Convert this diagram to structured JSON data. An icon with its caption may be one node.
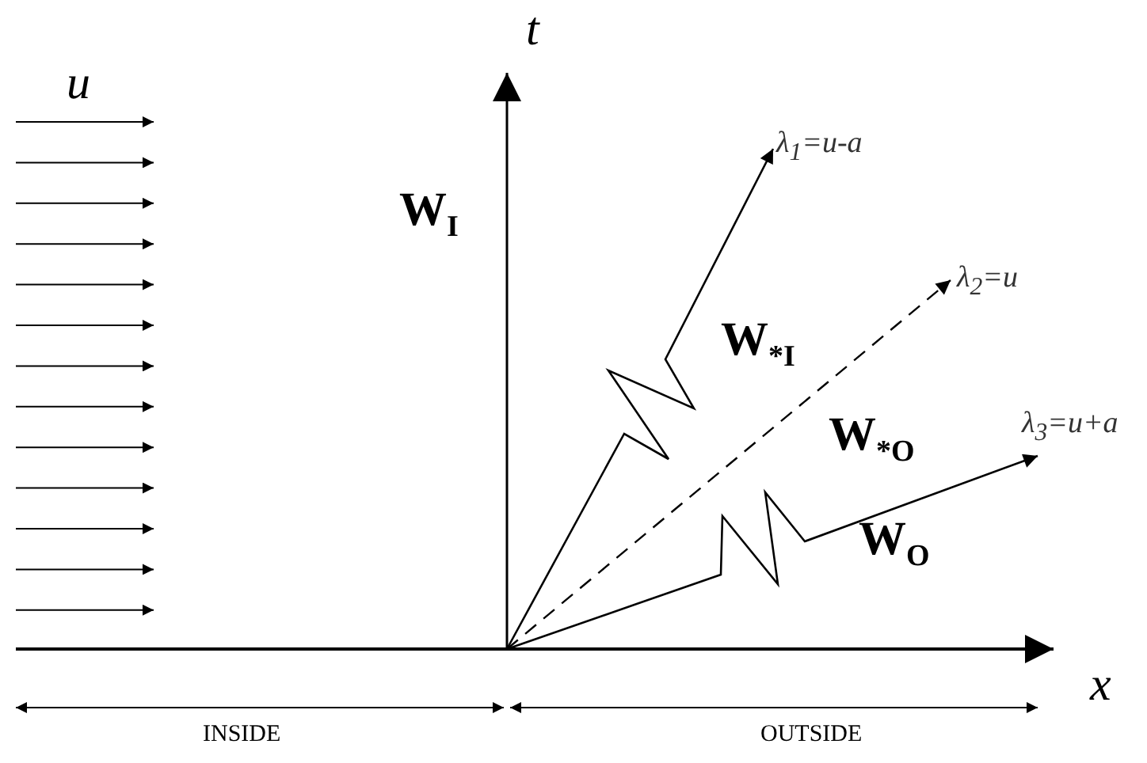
{
  "diagram": {
    "labels": [
      "u",
      "t",
      "W$_{I}$",
      "λ$_{1}$=u-a",
      "λ$_{2}$=u",
      "W$_{*I}$",
      "λ$_{3}$=u+a",
      "W$_{*O}$",
      "W$_{O}$",
      "x",
      "INSIDE",
      "OUTSIDE"
    ]
  }
}
